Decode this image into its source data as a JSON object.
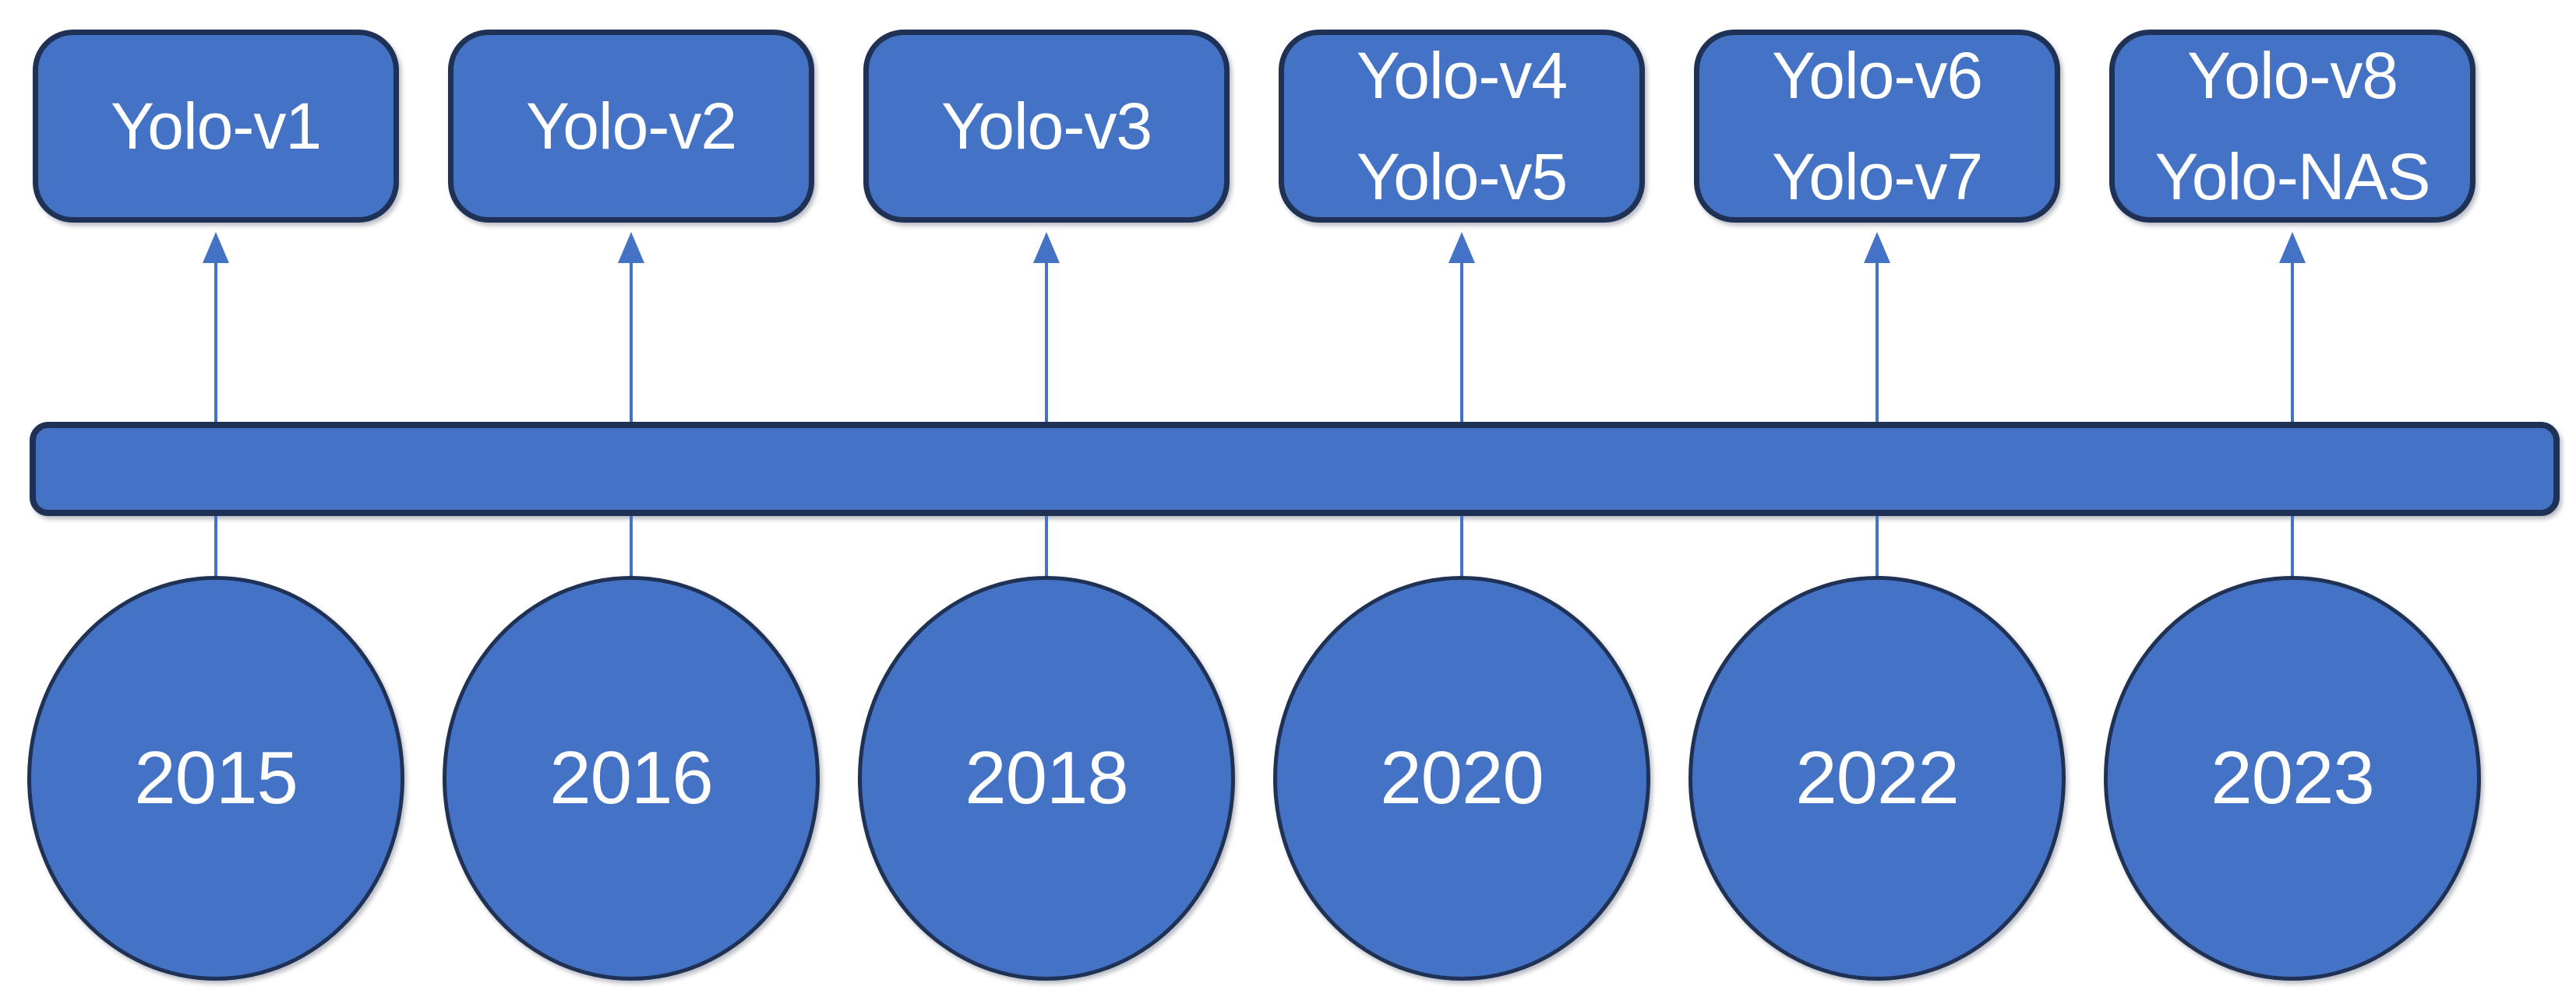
{
  "colors": {
    "fill": "#4472c4",
    "border": "#1f3255",
    "line": "#4472c4",
    "text": "#ffffff",
    "bg": "#ffffff"
  },
  "diagram": {
    "type": "timeline",
    "subject": "YOLO version history",
    "columns": [
      {
        "year": "2015",
        "versions": [
          "Yolo-v1"
        ]
      },
      {
        "year": "2016",
        "versions": [
          "Yolo-v2"
        ]
      },
      {
        "year": "2018",
        "versions": [
          "Yolo-v3"
        ]
      },
      {
        "year": "2020",
        "versions": [
          "Yolo-v4",
          "Yolo-v5"
        ]
      },
      {
        "year": "2022",
        "versions": [
          "Yolo-v6",
          "Yolo-v7"
        ]
      },
      {
        "year": "2023",
        "versions": [
          "Yolo-v8",
          "Yolo-NAS"
        ]
      }
    ]
  }
}
